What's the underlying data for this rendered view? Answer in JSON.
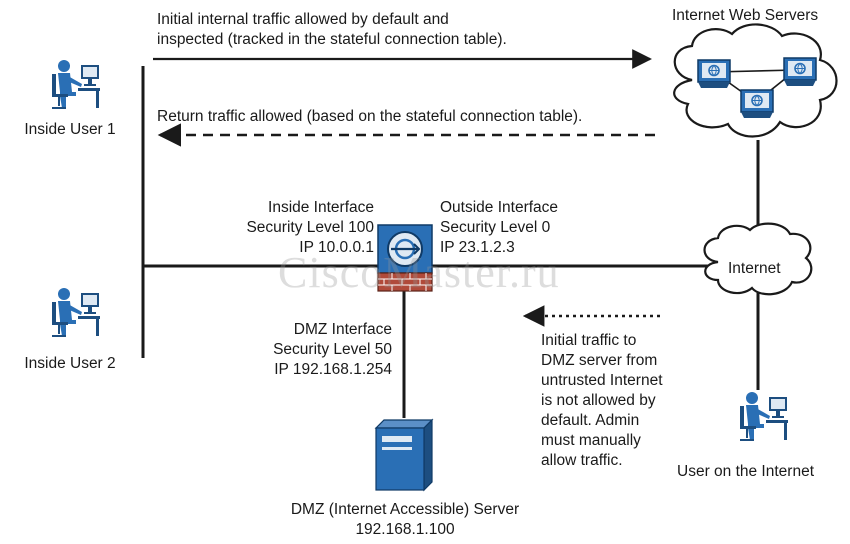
{
  "labels": {
    "inside_user_1": "Inside User 1",
    "inside_user_2": "Inside User 2",
    "internet_web_servers": "Internet Web Servers",
    "internet_cloud": "Internet",
    "user_on_internet": "User on the Internet",
    "initial_traffic": [
      "Initial internal traffic allowed by default and",
      "inspected (tracked in the stateful connection table)."
    ],
    "return_traffic": "Return traffic allowed (based on the stateful connection table).",
    "inside_interface": [
      "Inside Interface",
      "Security Level 100",
      "IP 10.0.0.1"
    ],
    "outside_interface": [
      "Outside Interface",
      "Security Level 0",
      "IP 23.1.2.3"
    ],
    "dmz_interface": [
      "DMZ Interface",
      "Security Level 50",
      "IP 192.168.1.254"
    ],
    "dmz_note": [
      "Initial traffic to",
      "DMZ server from",
      "untrusted Internet",
      "is not allowed by",
      "default. Admin",
      "must manually",
      "allow traffic."
    ],
    "dmz_server": [
      "DMZ (Internet Accessible) Server",
      "192.168.1.100"
    ]
  },
  "watermark": "CiscoMaster.ru",
  "icons": [
    "user-icon",
    "firewall-icon",
    "cloud-icon",
    "web-server-icon",
    "server-tower-icon"
  ],
  "colors": {
    "line": "#1a1a1a",
    "icon_blue": "#2a6fb5",
    "icon_light": "#dfe9f3"
  }
}
